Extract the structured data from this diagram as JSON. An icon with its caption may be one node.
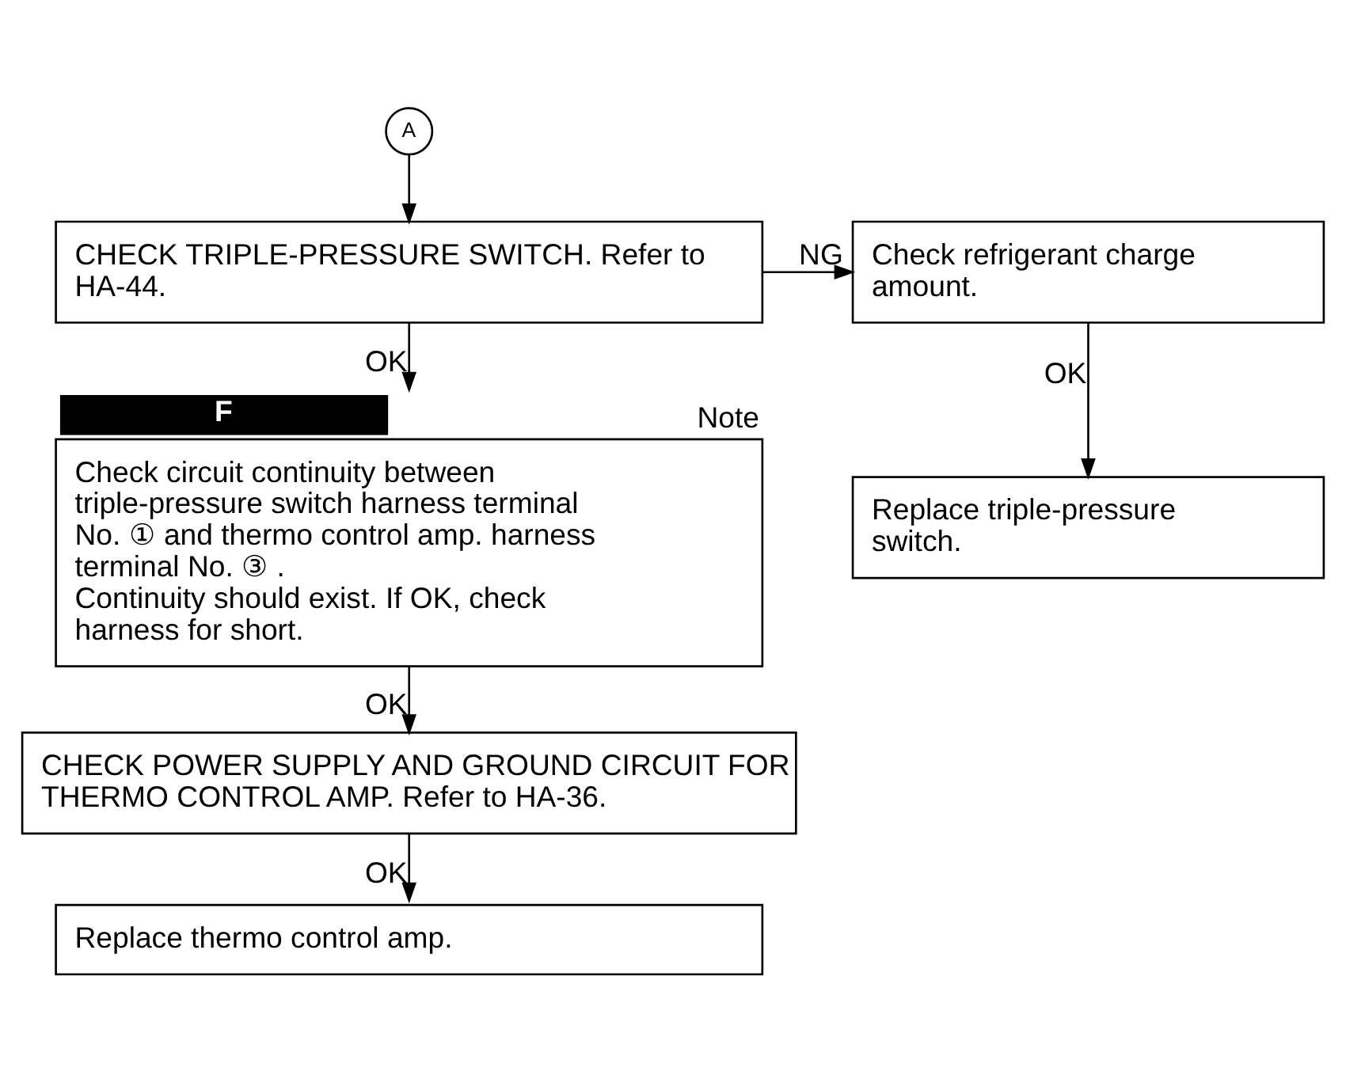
{
  "diagram": {
    "nodes": [
      {
        "text": [
          "A"
        ]
      },
      {
        "text": [
          "CHECK TRIPLE-PRESSURE SWITCH. Refer to HA-44."
        ]
      },
      {
        "text": [
          "Check refrigerant charge amount."
        ]
      },
      {
        "text": [
          "Replace triple-pressure switch."
        ]
      },
      {
        "text": [
          "Check circuit continuity between triple-pressure switch harness terminal No. ① and thermo control amp. harness terminal No. ③ .",
          "Continuity should exist. If OK, check harness for short."
        ],
        "beside": [
          "F",
          "Note"
        ]
      },
      {
        "text": [
          "CHECK POWER SUPPLY AND GROUND CIRCUIT FOR THERMO CONTROL AMP. Refer to HA-36."
        ]
      },
      {
        "text": [
          "Replace thermo control amp."
        ]
      }
    ],
    "edges": [
      {
        "from": 0,
        "to": 1,
        "arrow": "to"
      },
      {
        "from": 1,
        "to": 2,
        "arrow": "to",
        "label": "NG"
      },
      {
        "from": 2,
        "to": 3,
        "arrow": "to",
        "label": "OK"
      },
      {
        "from": 1,
        "to": 4,
        "arrow": "to",
        "label": "OK"
      },
      {
        "from": 4,
        "to": 5,
        "arrow": "to",
        "label": "OK"
      },
      {
        "from": 5,
        "to": 6,
        "arrow": "to",
        "label": "OK"
      }
    ]
  }
}
